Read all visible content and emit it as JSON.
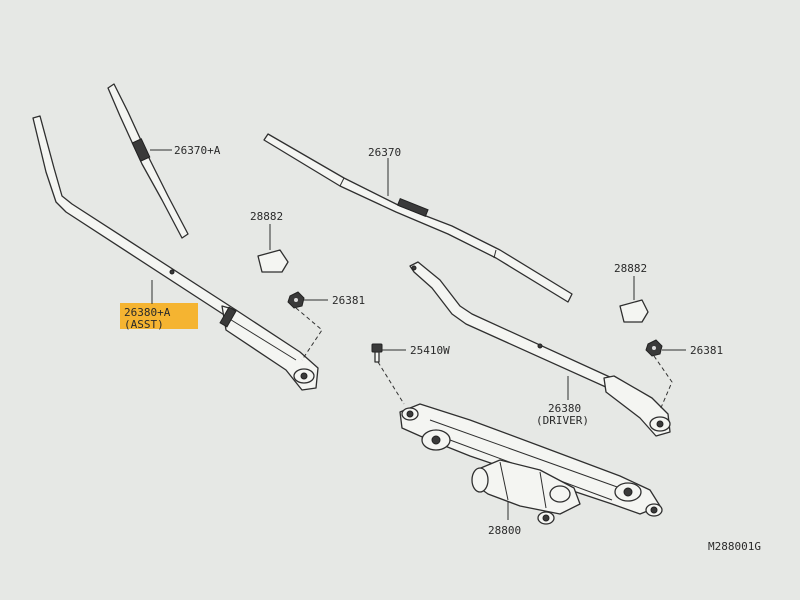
{
  "labels": {
    "arm_passenger": "26380+A",
    "arm_passenger_note": "(ASST)",
    "blade_passenger": "26370+A",
    "blade_driver": "26370",
    "cap_left": "28882",
    "cap_right": "28882",
    "nut_left": "26381",
    "nut_right": "26381",
    "bolt": "25410W",
    "arm_driver": "26380",
    "arm_driver_note": "(DRIVER)",
    "motor_linkage": "28800",
    "diagram_code": "M288001G"
  },
  "colors": {
    "highlight": "#f5b431",
    "background": "#e6e8e5",
    "line": "#2f2f2f"
  }
}
